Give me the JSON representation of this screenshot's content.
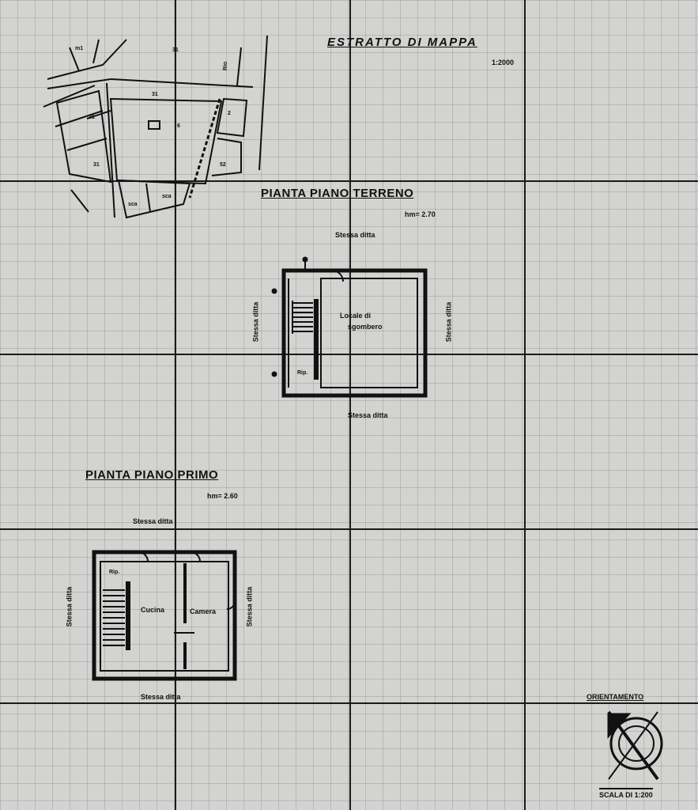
{
  "extract": {
    "title": "ESTRATTO DI MAPPA",
    "scale": "1:2000",
    "parcel_labels": [
      "m1",
      "31",
      "Rio",
      "31",
      "6",
      "2",
      "31",
      "31",
      "52",
      "sca",
      "sca"
    ]
  },
  "ground_floor": {
    "title": "PIANTA PIANO TERRENO",
    "height": "hm= 2.70",
    "room": [
      "Locale di",
      "sgombero"
    ],
    "boundary_top": "Stessa ditta",
    "boundary_bottom": "Stessa ditta",
    "boundary_left": "Stessa ditta",
    "boundary_right": "Stessa ditta",
    "small_mark": "Rip."
  },
  "first_floor": {
    "title": "PIANTA PIANO PRIMO",
    "height": "hm= 2.60",
    "room_left": "Cucina",
    "room_right": "Camera",
    "boundary_top": "Stessa ditta",
    "boundary_bottom": "Stessa ditta",
    "boundary_left": "Stessa ditta",
    "boundary_right": "Stessa ditta",
    "small_mark": "Rip."
  },
  "orientation": {
    "label": "ORIENTAMENTO",
    "scale": "SCALA DI 1:200",
    "icon": "north-arrow-icon"
  }
}
